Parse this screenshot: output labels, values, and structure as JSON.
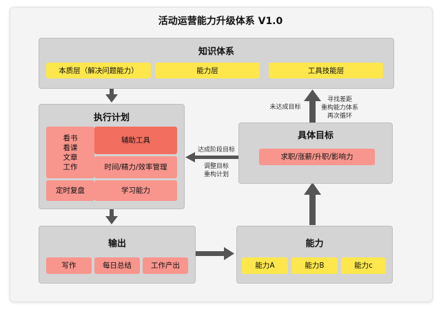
{
  "title": "活动运营能力升级体系 V1.0",
  "knowledge": {
    "title": "知识体系",
    "items": [
      "本质层（解决问题能力）",
      "能力层",
      "工具技能层"
    ]
  },
  "execution": {
    "title": "执行计划",
    "study_lines": [
      "看书",
      "看课",
      "文章",
      "工作"
    ],
    "aux_tool": "辅助工具",
    "time_mgmt": "时间/精力/效率管理",
    "review": "定时复盘",
    "learning": "学习能力"
  },
  "goal": {
    "title": "具体目标",
    "item": "求职/涨薪/升职/影响力"
  },
  "output": {
    "title": "输出",
    "items": [
      "写作",
      "每日总结",
      "工作产出"
    ]
  },
  "ability": {
    "title": "能力",
    "items": [
      "能力A",
      "能力B",
      "能力c"
    ]
  },
  "annotations": {
    "not_reached": "未达成目标",
    "feedback_lines": [
      "寻找差距",
      "重构能力体系",
      "再次循环"
    ],
    "stage_goal": "达成阶段目标",
    "adjust_lines": [
      "调整目标",
      "重构计划"
    ]
  },
  "colors": {
    "panel": "#d4d4d4",
    "yellow": "#fde74c",
    "pink": "#f8958d",
    "red": "#f26e5e",
    "arrow": "#555555"
  }
}
